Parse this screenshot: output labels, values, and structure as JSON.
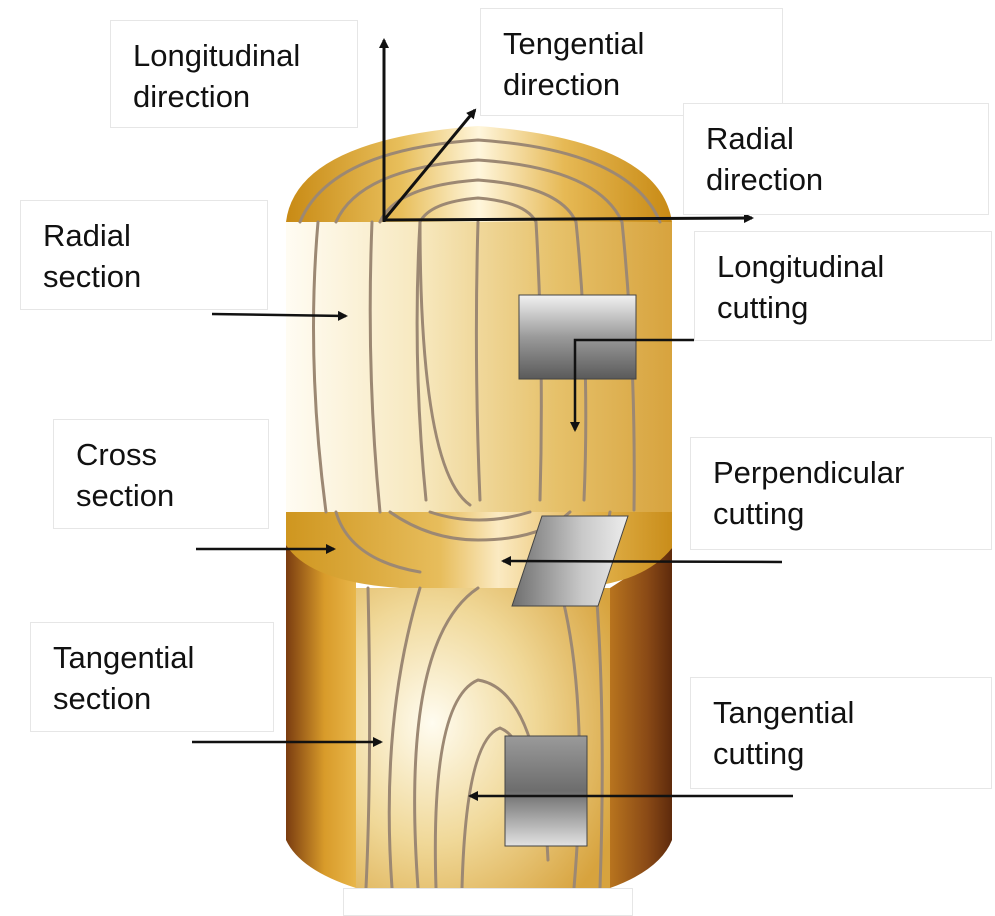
{
  "labels": {
    "longitudinal_direction": [
      "Longitudinal",
      "direction"
    ],
    "tangential_direction": [
      "Tengential",
      "direction"
    ],
    "radial_direction": [
      "Radial",
      "direction"
    ],
    "radial_section": [
      "Radial",
      "section"
    ],
    "longitudinal_cutting": [
      "Longitudinal",
      "cutting"
    ],
    "cross_section": [
      "Cross",
      "section"
    ],
    "perpendicular_cutting": [
      "Perpendicular",
      "cutting"
    ],
    "tangential_section": [
      "Tangential",
      "section"
    ],
    "tangential_cutting": [
      "Tangential",
      "cutting"
    ]
  },
  "colors": {
    "wood_light": "#fdf6e4",
    "wood_mid": "#e8c372",
    "wood_dark": "#c98d1a",
    "bark_dark": "#6b3210",
    "grain": "#9c8873",
    "arrow": "#111111"
  }
}
